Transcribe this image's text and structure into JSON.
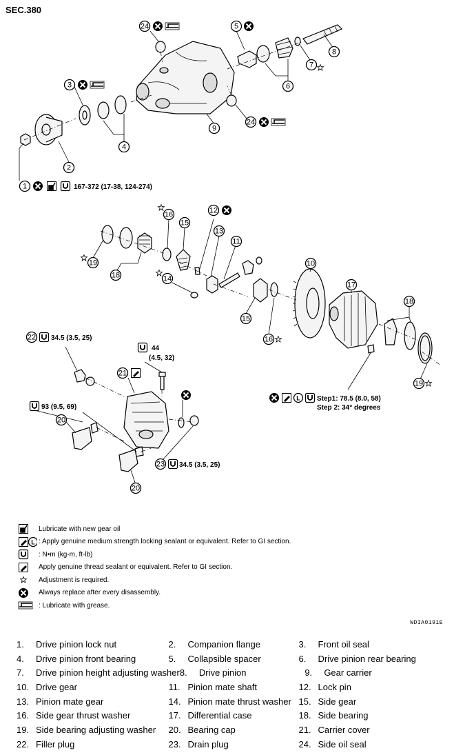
{
  "section": "SEC.380",
  "figure_id": "WDIA0191E",
  "torques": {
    "t1": "167-372 (17-38, 124-274)",
    "t22": "34.5 (3.5, 25)",
    "t21a": "44",
    "t21b": "(4.5, 32)",
    "t20": "93 (9.5, 69)",
    "t23": "34.5 (3.5, 25)",
    "step1": "Step1: 78.5 (8.0, 58)",
    "step2": "Step 2: 34° degrees"
  },
  "legend": [
    {
      "icon": "oil-can-icon",
      "text": "Lubricate with new gear oil"
    },
    {
      "icon": "locking-sealant-icon",
      "text": ": Apply genuine medium strength locking sealant or equivalent. Refer to GI section."
    },
    {
      "icon": "torque-wrench-icon",
      "text": ": N•m (kg-m, ft-lb)"
    },
    {
      "icon": "thread-sealant-icon",
      "text": "Apply genuine thread sealant or equivalent. Refer to GI section."
    },
    {
      "icon": "star-icon",
      "text": "Adjustment is required."
    },
    {
      "icon": "replace-x-icon",
      "text": "Always replace after every disassembly."
    },
    {
      "icon": "grease-icon",
      "text": ": Lubricate with grease."
    }
  ],
  "parts": [
    {
      "n": "1.",
      "name": "Drive pinion lock nut"
    },
    {
      "n": "2.",
      "name": "Companion flange"
    },
    {
      "n": "3.",
      "name": "Front oil seal"
    },
    {
      "n": "4.",
      "name": "Drive pinion front bearing"
    },
    {
      "n": "5.",
      "name": "Collapsible spacer"
    },
    {
      "n": "6.",
      "name": "Drive pinion rear bearing"
    },
    {
      "n": "7.",
      "name": "Drive pinion height adjusting washer"
    },
    {
      "n": "8.",
      "name": "Drive pinion"
    },
    {
      "n": "9.",
      "name": "Gear carrier"
    },
    {
      "n": "10.",
      "name": "Drive gear"
    },
    {
      "n": "11.",
      "name": "Pinion mate shaft"
    },
    {
      "n": "12.",
      "name": "Lock pin"
    },
    {
      "n": "13.",
      "name": "Pinion mate gear"
    },
    {
      "n": "14.",
      "name": "Pinion mate thrust washer"
    },
    {
      "n": "15.",
      "name": "Side gear"
    },
    {
      "n": "16.",
      "name": "Side gear thrust washer"
    },
    {
      "n": "17.",
      "name": "Differential case"
    },
    {
      "n": "18.",
      "name": "Side bearing"
    },
    {
      "n": "19.",
      "name": "Side bearing adjusting washer"
    },
    {
      "n": "20.",
      "name": "Bearing cap"
    },
    {
      "n": "21.",
      "name": "Carrier cover"
    },
    {
      "n": "22.",
      "name": "Filler plug"
    },
    {
      "n": "23.",
      "name": "Drain plug"
    },
    {
      "n": "24.",
      "name": "Side oil seal"
    }
  ],
  "callouts": [
    "1",
    "2",
    "3",
    "4",
    "5",
    "6",
    "7",
    "8",
    "9",
    "10",
    "11",
    "12",
    "13",
    "14",
    "15",
    "16",
    "17",
    "18",
    "19",
    "20",
    "21",
    "22",
    "23",
    "24"
  ]
}
